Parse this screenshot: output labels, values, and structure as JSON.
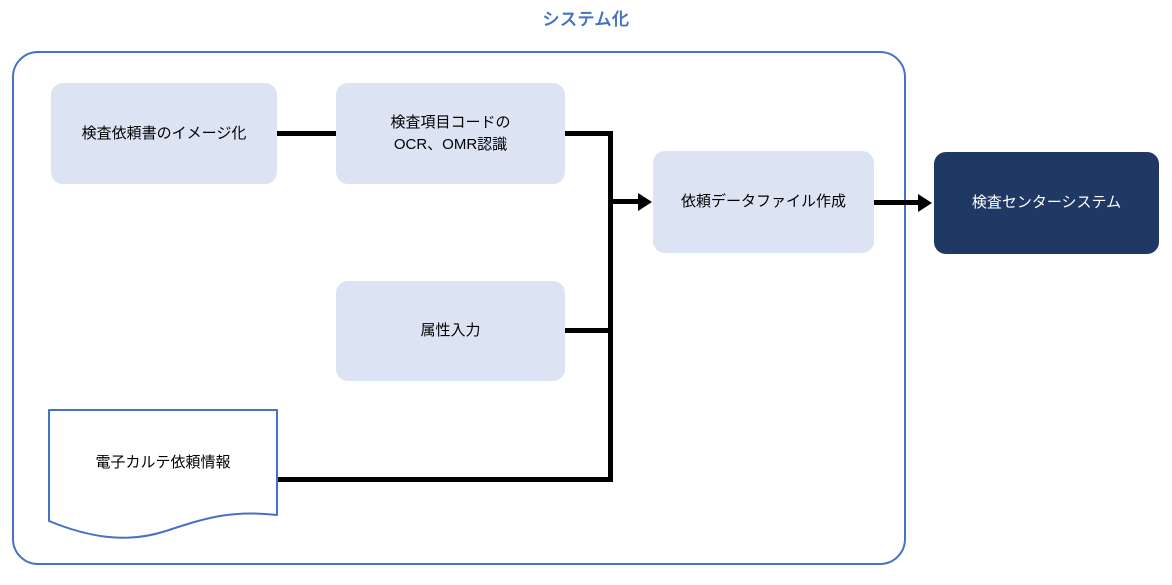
{
  "diagram": {
    "title": "システム化",
    "title_color": "#4472C4",
    "boundary": {
      "name": "システム化",
      "border_color": "#4472C4"
    },
    "colors": {
      "node_fill_light": "#DCE3F3",
      "node_fill_navy": "#1F3864",
      "node_text_dark": "#000000",
      "node_text_light": "#FFFFFF",
      "connector": "#000000",
      "accent": "#4472C4"
    },
    "nodes": [
      {
        "id": "image",
        "label": "検査依頼書のイメージ化",
        "shape": "rounded-rect",
        "fill": "light"
      },
      {
        "id": "ocr",
        "label": "検査項目コードの\nOCR、OMR認識",
        "line1": "検査項目コードの",
        "line2": "OCR、OMR認識",
        "shape": "rounded-rect",
        "fill": "light"
      },
      {
        "id": "attr",
        "label": "属性入力",
        "shape": "rounded-rect",
        "fill": "light"
      },
      {
        "id": "datafile",
        "label": "依頼データファイル作成",
        "shape": "rounded-rect",
        "fill": "light"
      },
      {
        "id": "center",
        "label": "検査センターシステム",
        "shape": "rounded-rect",
        "fill": "navy"
      },
      {
        "id": "karte",
        "label": "電子カルテ依頼情報",
        "shape": "document",
        "fill": "white"
      }
    ],
    "edges": [
      {
        "from": "image",
        "to": "ocr",
        "arrow": false
      },
      {
        "from": "ocr",
        "to": "datafile",
        "arrow": true
      },
      {
        "from": "attr",
        "to": "datafile",
        "arrow": true
      },
      {
        "from": "karte",
        "to": "datafile",
        "arrow": true
      },
      {
        "from": "datafile",
        "to": "center",
        "arrow": true
      }
    ]
  }
}
